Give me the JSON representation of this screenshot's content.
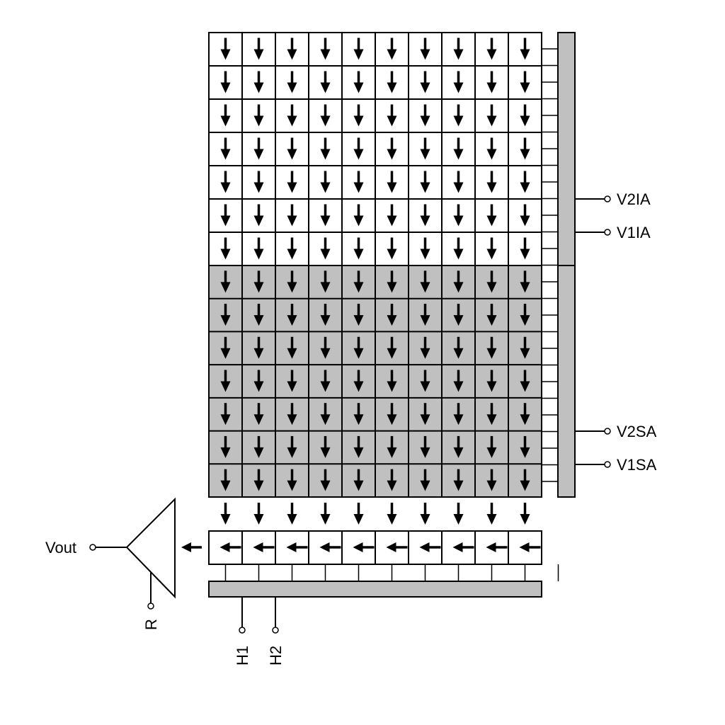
{
  "labels": {
    "v2ia": "V2IA",
    "v1ia": "V1IA",
    "v2sa": "V2SA",
    "v1sa": "V1SA",
    "vout": "Vout",
    "r": "R",
    "h1": "H1",
    "h2": "H2"
  },
  "sections": {
    "image_area": {
      "columns": 10,
      "rows": 7
    },
    "storage_area": {
      "columns": 10,
      "rows": 7
    },
    "transfer_row": {
      "columns": 10
    },
    "horizontal_register": {
      "columns": 10
    }
  },
  "colors": {
    "image_area_fill": "#ffffff",
    "storage_area_fill": "#c0c0c0",
    "bus_fill": "#c0c0c0",
    "line": "#000000",
    "arrow": "#000000"
  },
  "icons": {
    "vertical_shift": "arrow-down-icon",
    "horizontal_shift": "arrow-left-icon",
    "amplifier": "amplifier-triangle-icon",
    "terminal": "terminal-pin-icon"
  }
}
